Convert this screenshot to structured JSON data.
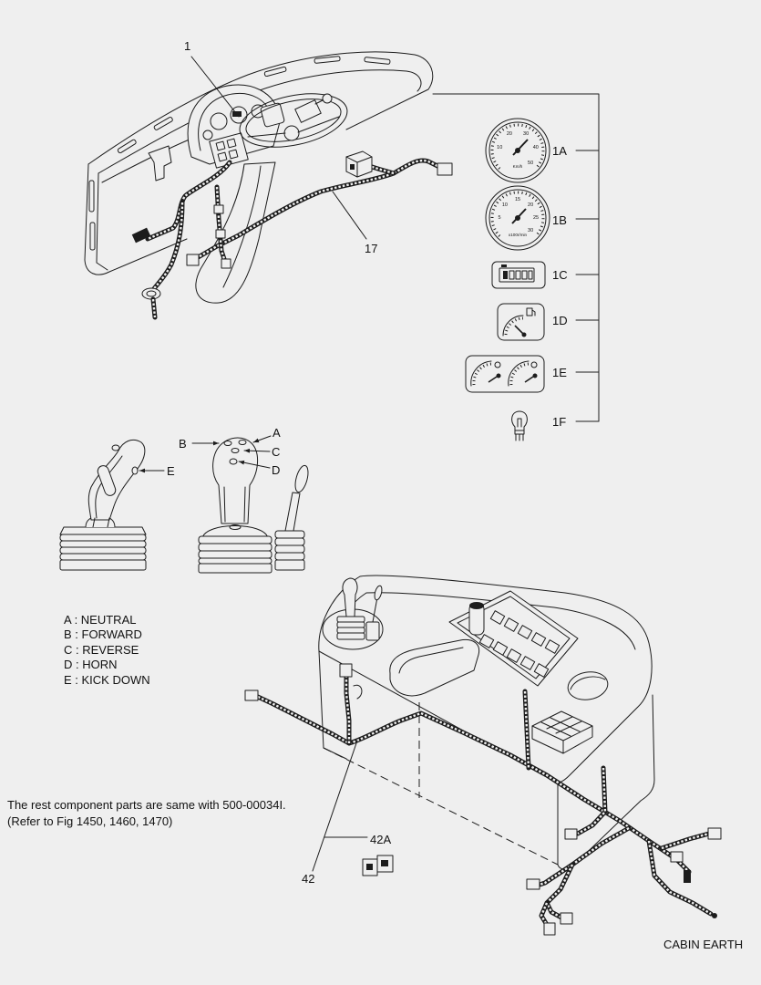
{
  "page": {
    "background": "#efefef",
    "line_color": "#1c1c1c"
  },
  "callouts": {
    "p1": "1",
    "p17": "17",
    "p1a": "1A",
    "p1b": "1B",
    "p1c": "1C",
    "p1d": "1D",
    "p1e": "1E",
    "p1f": "1F",
    "p42": "42",
    "p42a": "42A"
  },
  "markers": {
    "a": "A",
    "b": "B",
    "c": "C",
    "d": "D",
    "e": "E"
  },
  "legend": [
    "A : NEUTRAL",
    "B : FORWARD",
    "C : REVERSE",
    "D : HORN",
    "E : KICK DOWN"
  ],
  "note": [
    "The rest component parts are same with 500-00034I.",
    "(Refer to Fig 1450, 1460, 1470)"
  ],
  "cabin_earth": "CABIN EARTH",
  "gauges": {
    "speedometer": {
      "unit": "Km/h",
      "ticks": [
        "10",
        "20",
        "30",
        "40",
        "50"
      ]
    },
    "tachometer": {
      "unit": "x100r/min",
      "ticks": [
        "5",
        "10",
        "15",
        "20",
        "25",
        "30"
      ]
    }
  }
}
